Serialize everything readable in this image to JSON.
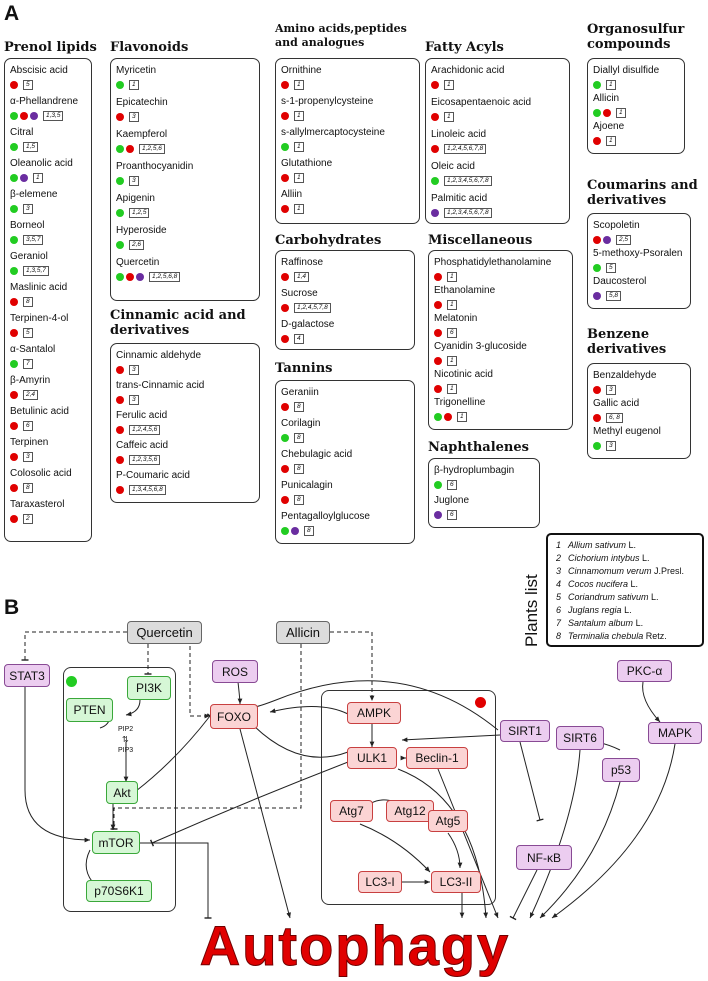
{
  "panel_a_label": "A",
  "panel_b_label": "B",
  "colors": {
    "red": "#e00000",
    "green": "#22cc22",
    "purple": "#6a2da0"
  },
  "categories": [
    {
      "title": "Prenol lipids",
      "compounds": [
        {
          "name": "Abscisic acid",
          "dots": [
            "red"
          ],
          "refs": "5"
        },
        {
          "name": "α-Phellandrene",
          "dots": [
            "green",
            "red",
            "purple"
          ],
          "refs": "1,3,5"
        },
        {
          "name": "Citral",
          "dots": [
            "green"
          ],
          "refs": "1,5"
        },
        {
          "name": "Oleanolic acid",
          "dots": [
            "green",
            "purple"
          ],
          "refs": "1"
        },
        {
          "name": "β-elemene",
          "dots": [
            "green"
          ],
          "refs": "3"
        },
        {
          "name": "Borneol",
          "dots": [
            "green"
          ],
          "refs": "3,5,7"
        },
        {
          "name": "Geraniol",
          "dots": [
            "green"
          ],
          "refs": "1,3,5,7"
        },
        {
          "name": "Maslinic acid",
          "dots": [
            "red"
          ],
          "refs": "8"
        },
        {
          "name": "Terpinen-4-ol",
          "dots": [
            "red"
          ],
          "refs": "5"
        },
        {
          "name": "α-Santalol",
          "dots": [
            "green"
          ],
          "refs": "7"
        },
        {
          "name": "β-Amyrin",
          "dots": [
            "red"
          ],
          "refs": "2,4"
        },
        {
          "name": "Betulinic acid",
          "dots": [
            "red"
          ],
          "refs": "6"
        },
        {
          "name": "Terpinen",
          "dots": [
            "red"
          ],
          "refs": "3"
        },
        {
          "name": "Colosolic acid",
          "dots": [
            "red"
          ],
          "refs": "8"
        },
        {
          "name": "Taraxasterol",
          "dots": [
            "red"
          ],
          "refs": "2"
        }
      ]
    },
    {
      "title": "Flavonoids",
      "compounds": [
        {
          "name": "Myricetin",
          "dots": [
            "green"
          ],
          "refs": "1"
        },
        {
          "name": "Epicatechin",
          "dots": [
            "red"
          ],
          "refs": "3"
        },
        {
          "name": "Kaempferol",
          "dots": [
            "green",
            "red"
          ],
          "refs": "1,2,5,6"
        },
        {
          "name": "Proanthocyanidin",
          "dots": [
            "green"
          ],
          "refs": "3"
        },
        {
          "name": "Apigenin",
          "dots": [
            "green"
          ],
          "refs": "1,2,5"
        },
        {
          "name": "Hyperoside",
          "dots": [
            "green"
          ],
          "refs": "2,6"
        },
        {
          "name": "Quercetin",
          "dots": [
            "green",
            "red",
            "purple"
          ],
          "refs": "1,2,5,6,8"
        }
      ]
    },
    {
      "title": "Cinnamic acid and derivatives",
      "compounds": [
        {
          "name": "Cinnamic aldehyde",
          "dots": [
            "red"
          ],
          "refs": "3"
        },
        {
          "name": "trans-Cinnamic acid",
          "dots": [
            "red"
          ],
          "refs": "3"
        },
        {
          "name": "Ferulic acid",
          "dots": [
            "red"
          ],
          "refs": "1,2,4,5,6"
        },
        {
          "name": "Caffeic acid",
          "dots": [
            "red"
          ],
          "refs": "1,2,3,5,6"
        },
        {
          "name": "P-Coumaric acid",
          "dots": [
            "red"
          ],
          "refs": "1,3,4,5,6,8"
        }
      ]
    },
    {
      "title": "Amino acids,peptides and analogues",
      "compounds": [
        {
          "name": "Ornithine",
          "dots": [
            "red"
          ],
          "refs": "1"
        },
        {
          "name": "s-1-propenylcysteine",
          "dots": [
            "red"
          ],
          "refs": "1"
        },
        {
          "name": "s-allylmercaptocysteine",
          "dots": [
            "green"
          ],
          "refs": "1"
        },
        {
          "name": "Glutathione",
          "dots": [
            "red"
          ],
          "refs": "1"
        },
        {
          "name": "Alliin",
          "dots": [
            "red"
          ],
          "refs": "1"
        }
      ]
    },
    {
      "title": "Carbohydrates",
      "compounds": [
        {
          "name": "Raffinose",
          "dots": [
            "red"
          ],
          "refs": "1,4"
        },
        {
          "name": "Sucrose",
          "dots": [
            "red"
          ],
          "refs": "1,2,4,5,7,8"
        },
        {
          "name": "D-galactose",
          "dots": [
            "red"
          ],
          "refs": "4"
        }
      ]
    },
    {
      "title": "Tannins",
      "compounds": [
        {
          "name": "Geraniin",
          "dots": [
            "red"
          ],
          "refs": "8"
        },
        {
          "name": "Corilagin",
          "dots": [
            "green"
          ],
          "refs": "8"
        },
        {
          "name": "Chebulagic acid",
          "dots": [
            "red"
          ],
          "refs": "8"
        },
        {
          "name": "Punicalagin",
          "dots": [
            "red"
          ],
          "refs": "8"
        },
        {
          "name": "Pentagalloylglucose",
          "dots": [
            "green",
            "purple"
          ],
          "refs": "8"
        }
      ]
    },
    {
      "title": "Fatty Acyls",
      "compounds": [
        {
          "name": "Arachidonic acid",
          "dots": [
            "red"
          ],
          "refs": "1"
        },
        {
          "name": "Eicosapentaenoic acid",
          "dots": [
            "red"
          ],
          "refs": "1"
        },
        {
          "name": "Linoleic acid",
          "dots": [
            "red"
          ],
          "refs": "1,2,4,5,6,7,8"
        },
        {
          "name": "Oleic acid",
          "dots": [
            "green"
          ],
          "refs": "1,2,3,4,5,6,7,8"
        },
        {
          "name": "Palmitic acid",
          "dots": [
            "purple"
          ],
          "refs": "1,2,3,4,5,6,7,8"
        }
      ]
    },
    {
      "title": "Miscellaneous",
      "compounds": [
        {
          "name": "Phosphatidylethanolamine",
          "dots": [
            "red"
          ],
          "refs": "1"
        },
        {
          "name": "Ethanolamine",
          "dots": [
            "red"
          ],
          "refs": "1"
        },
        {
          "name": "Melatonin",
          "dots": [
            "red"
          ],
          "refs": "6"
        },
        {
          "name": "Cyanidin 3-glucoside",
          "dots": [
            "red"
          ],
          "refs": "1"
        },
        {
          "name": "Nicotinic acid",
          "dots": [
            "red"
          ],
          "refs": "1"
        },
        {
          "name": "Trigonelline",
          "dots": [
            "green",
            "red"
          ],
          "refs": "1"
        }
      ]
    },
    {
      "title": "Naphthalenes",
      "compounds": [
        {
          "name": "β-hydroplumbagin",
          "dots": [
            "green"
          ],
          "refs": "6"
        },
        {
          "name": "Juglone",
          "dots": [
            "purple"
          ],
          "refs": "6"
        }
      ]
    },
    {
      "title": "Organosulfur compounds",
      "compounds": [
        {
          "name": "Diallyl disulfide",
          "dots": [
            "green"
          ],
          "refs": "1"
        },
        {
          "name": "Allicin",
          "dots": [
            "green",
            "red"
          ],
          "refs": "1"
        },
        {
          "name": "Ajoene",
          "dots": [
            "red"
          ],
          "refs": "1"
        }
      ]
    },
    {
      "title": "Coumarins and derivatives",
      "compounds": [
        {
          "name": "Scopoletin",
          "dots": [
            "red",
            "purple"
          ],
          "refs": "2,5"
        },
        {
          "name": "5-methoxy-Psoralen",
          "dots": [
            "green"
          ],
          "refs": "5"
        },
        {
          "name": "Daucosterol",
          "dots": [
            "purple"
          ],
          "refs": "5,8"
        }
      ]
    },
    {
      "title": "Benzene derivatives",
      "compounds": [
        {
          "name": "Benzaldehyde",
          "dots": [
            "red"
          ],
          "refs": "3"
        },
        {
          "name": "Gallic acid",
          "dots": [
            "red"
          ],
          "refs": "6, 8"
        },
        {
          "name": "Methyl eugenol",
          "dots": [
            "green"
          ],
          "refs": "3"
        }
      ]
    }
  ],
  "plants": {
    "title": "Plants list",
    "items": [
      {
        "num": "1",
        "species": "Allium sativum",
        "author": "L."
      },
      {
        "num": "2",
        "species": "Cichorium intybus",
        "author": "L."
      },
      {
        "num": "3",
        "species": "Cinnamomum verum",
        "author": "J.Presl."
      },
      {
        "num": "4",
        "species": "Cocos nucifera",
        "author": "L."
      },
      {
        "num": "5",
        "species": "Coriandrum sativum",
        "author": "L."
      },
      {
        "num": "6",
        "species": "Juglans regia",
        "author": "L."
      },
      {
        "num": "7",
        "species": "Santalum album",
        "author": "L."
      },
      {
        "num": "8",
        "species": "Terminalia chebula",
        "author": "Retz."
      }
    ]
  },
  "pathway": {
    "nodes": {
      "quercetin": "Quercetin",
      "allicin": "Allicin",
      "stat3": "STAT3",
      "pi3k": "PI3K",
      "pten": "PTEN",
      "akt": "Akt",
      "mtor": "mTOR",
      "p70s6k1": "p70S6K1",
      "ros": "ROS",
      "foxo": "FOXO",
      "ampk": "AMPK",
      "ulk1": "ULK1",
      "beclin1": "Beclin-1",
      "atg7": "Atg7",
      "atg12": "Atg12",
      "atg5": "Atg5",
      "lc3i": "LC3-I",
      "lc3ii": "LC3-II",
      "sirt1": "SIRT1",
      "sirt6": "SIRT6",
      "nfkb": "NF-κB",
      "p53": "p53",
      "pkca": "PKC-α",
      "mapk": "MAPK"
    },
    "pip2": "PIP2",
    "pip3": "PIP3",
    "outcome": "Autophagy"
  }
}
